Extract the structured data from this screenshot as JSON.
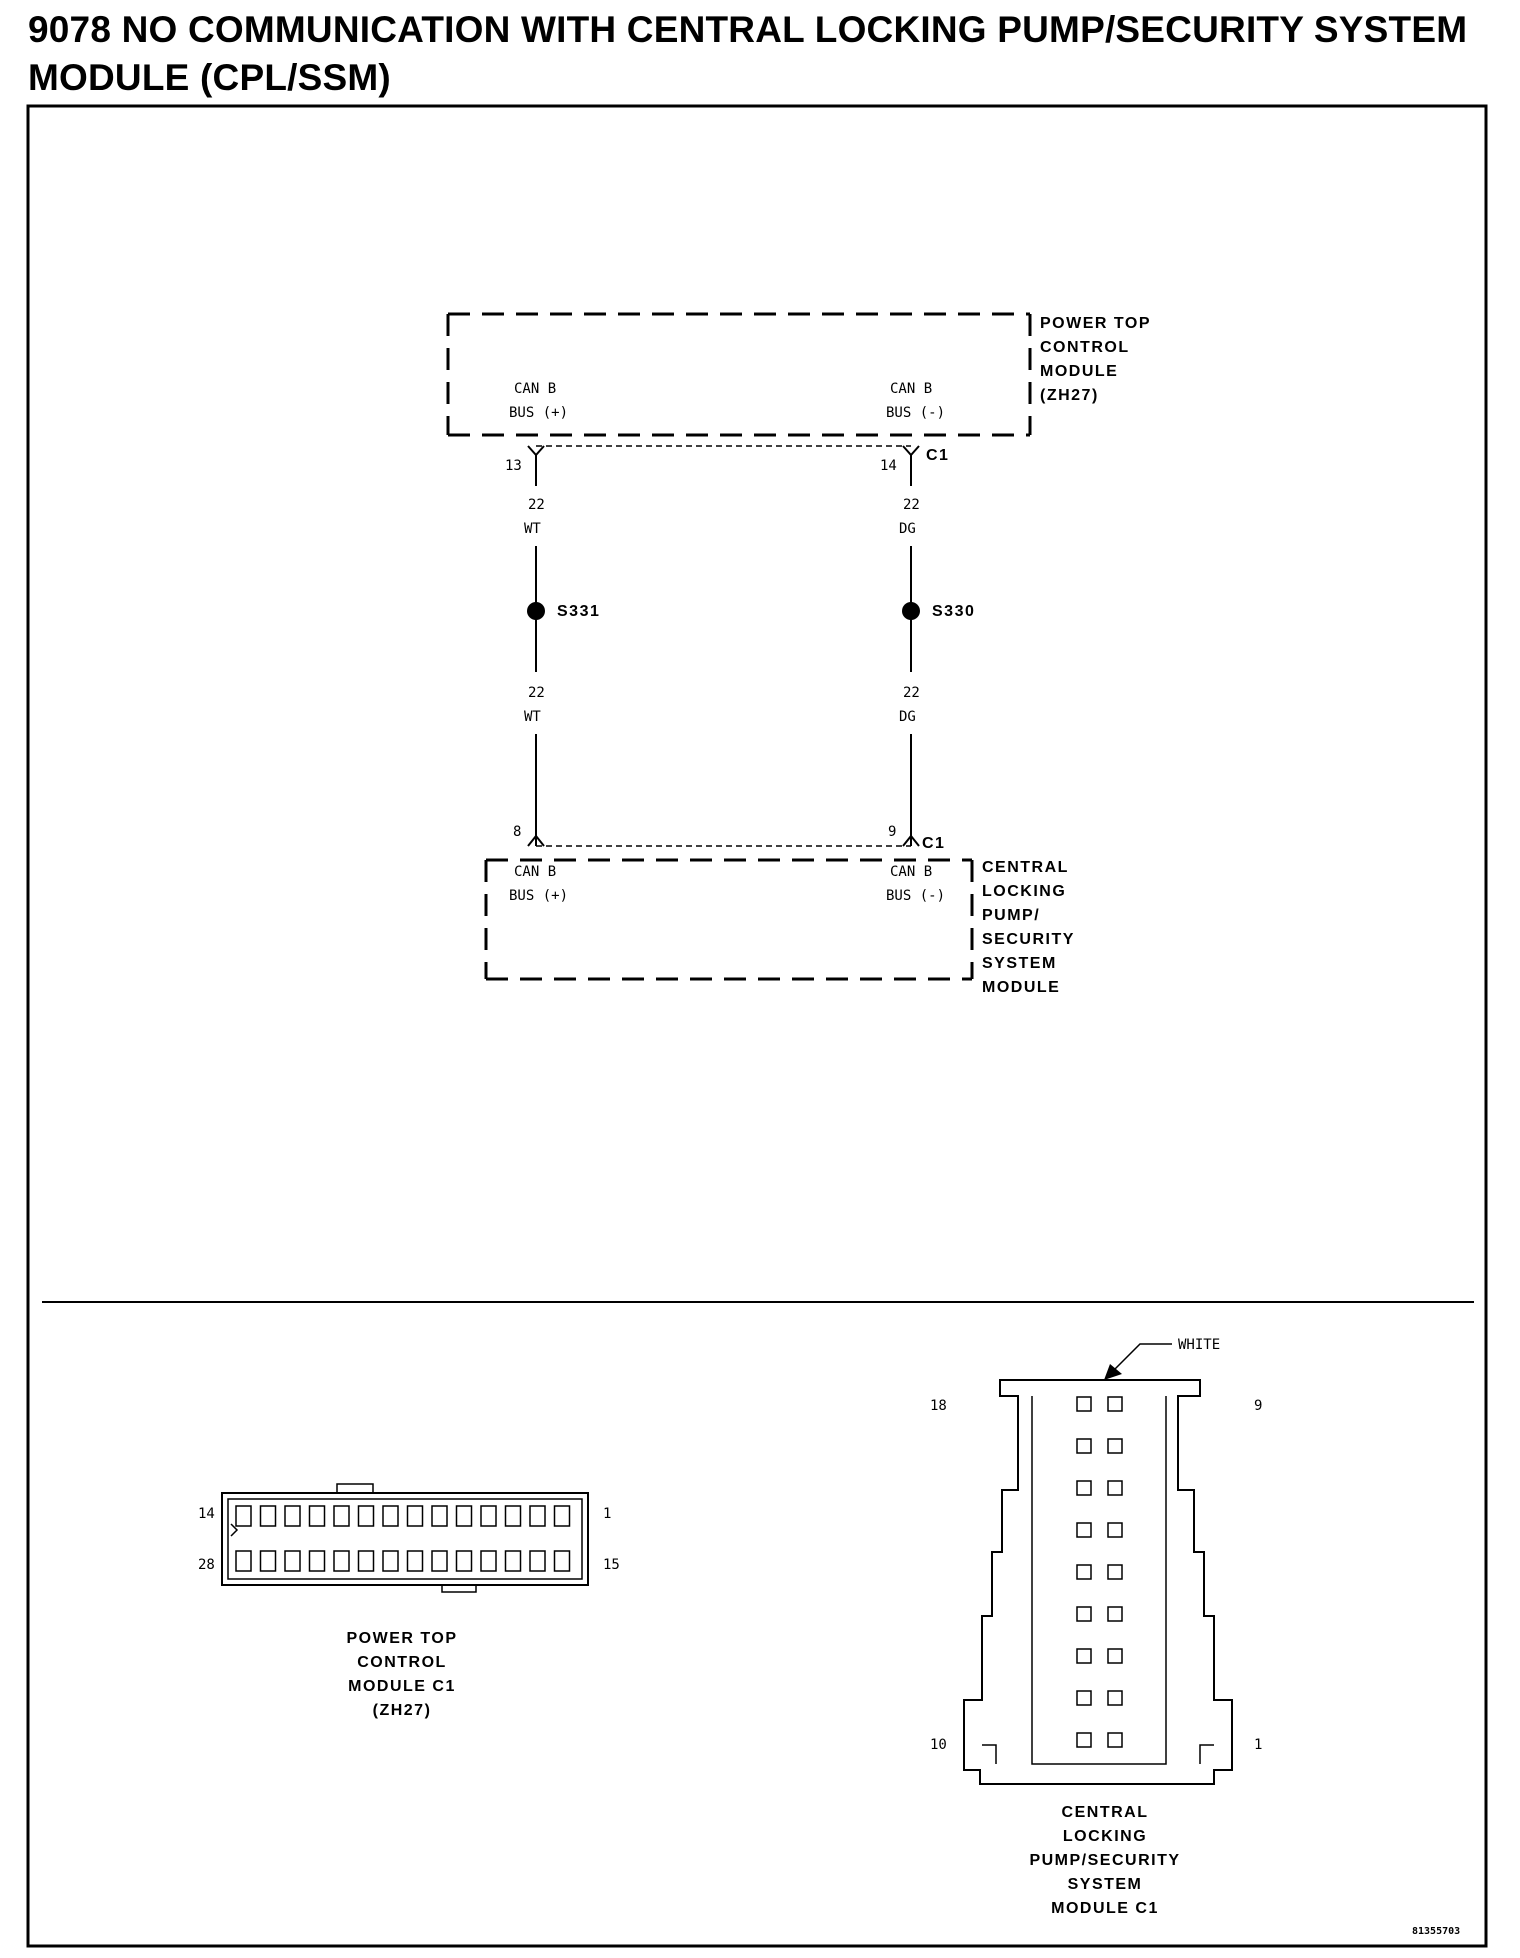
{
  "title_line1": "9078 NO COMMUNICATION WITH CENTRAL LOCKING PUMP/SECURITY SYSTEM",
  "title_line2": "MODULE (CPL/SSM)",
  "ptcm": {
    "name_lines": [
      "POWER TOP",
      "CONTROL",
      "MODULE",
      "(ZH27)"
    ],
    "left_term": [
      "CAN B",
      "BUS (+)"
    ],
    "right_term": [
      "CAN B",
      "BUS (-)"
    ],
    "connector": "C1",
    "pin_left": "13",
    "pin_right": "14"
  },
  "wires": {
    "left_gauge": "22",
    "left_color": "WT",
    "right_gauge": "22",
    "right_color": "DG",
    "splice_left": "S331",
    "splice_right": "S330"
  },
  "cplssm": {
    "name_lines": [
      "CENTRAL",
      "LOCKING",
      "PUMP/",
      "SECURITY",
      "SYSTEM",
      "MODULE"
    ],
    "left_term": [
      "CAN B",
      "BUS (+)"
    ],
    "right_term": [
      "CAN B",
      "BUS (-)"
    ],
    "connector": "C1",
    "pin_left": "8",
    "pin_right": "9"
  },
  "ptcm_connector_view": {
    "pin_top_left": "14",
    "pin_top_right": "1",
    "pin_bottom_left": "28",
    "pin_bottom_right": "15",
    "label_lines": [
      "POWER TOP",
      "CONTROL",
      "MODULE C1",
      "(ZH27)"
    ]
  },
  "cpl_connector_view": {
    "color_note": "WHITE",
    "pin_top_left": "18",
    "pin_top_right": "9",
    "pin_bottom_left": "10",
    "pin_bottom_right": "1",
    "label_lines": [
      "CENTRAL",
      "LOCKING",
      "PUMP/SECURITY",
      "SYSTEM",
      "MODULE C1"
    ]
  },
  "figure_id": "81355703"
}
